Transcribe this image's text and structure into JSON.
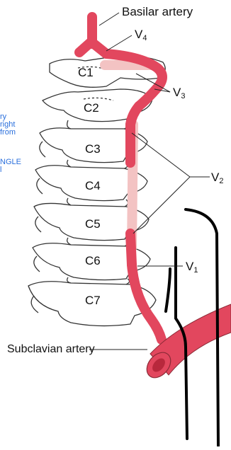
{
  "labels": {
    "basilar": "Basilar artery",
    "v4": "V",
    "v4_sub": "4",
    "v3": "V",
    "v3_sub": "3",
    "v2": "V",
    "v2_sub": "2",
    "v1": "V",
    "v1_sub": "1",
    "subclavian": "Subclavian artery"
  },
  "vertebrae": [
    "C1",
    "C2",
    "C3",
    "C4",
    "C5",
    "C6",
    "C7"
  ],
  "overlay_text": {
    "line1": "ry",
    "line2": "right",
    "line3": "from",
    "line4": "NGLE",
    "line5": "l"
  },
  "colors": {
    "artery": "#e2475e",
    "artery_faded": "#f3c3c3",
    "bone_outline": "#333333",
    "leader": "#222222",
    "overlay_text": "#2a6fdc"
  }
}
